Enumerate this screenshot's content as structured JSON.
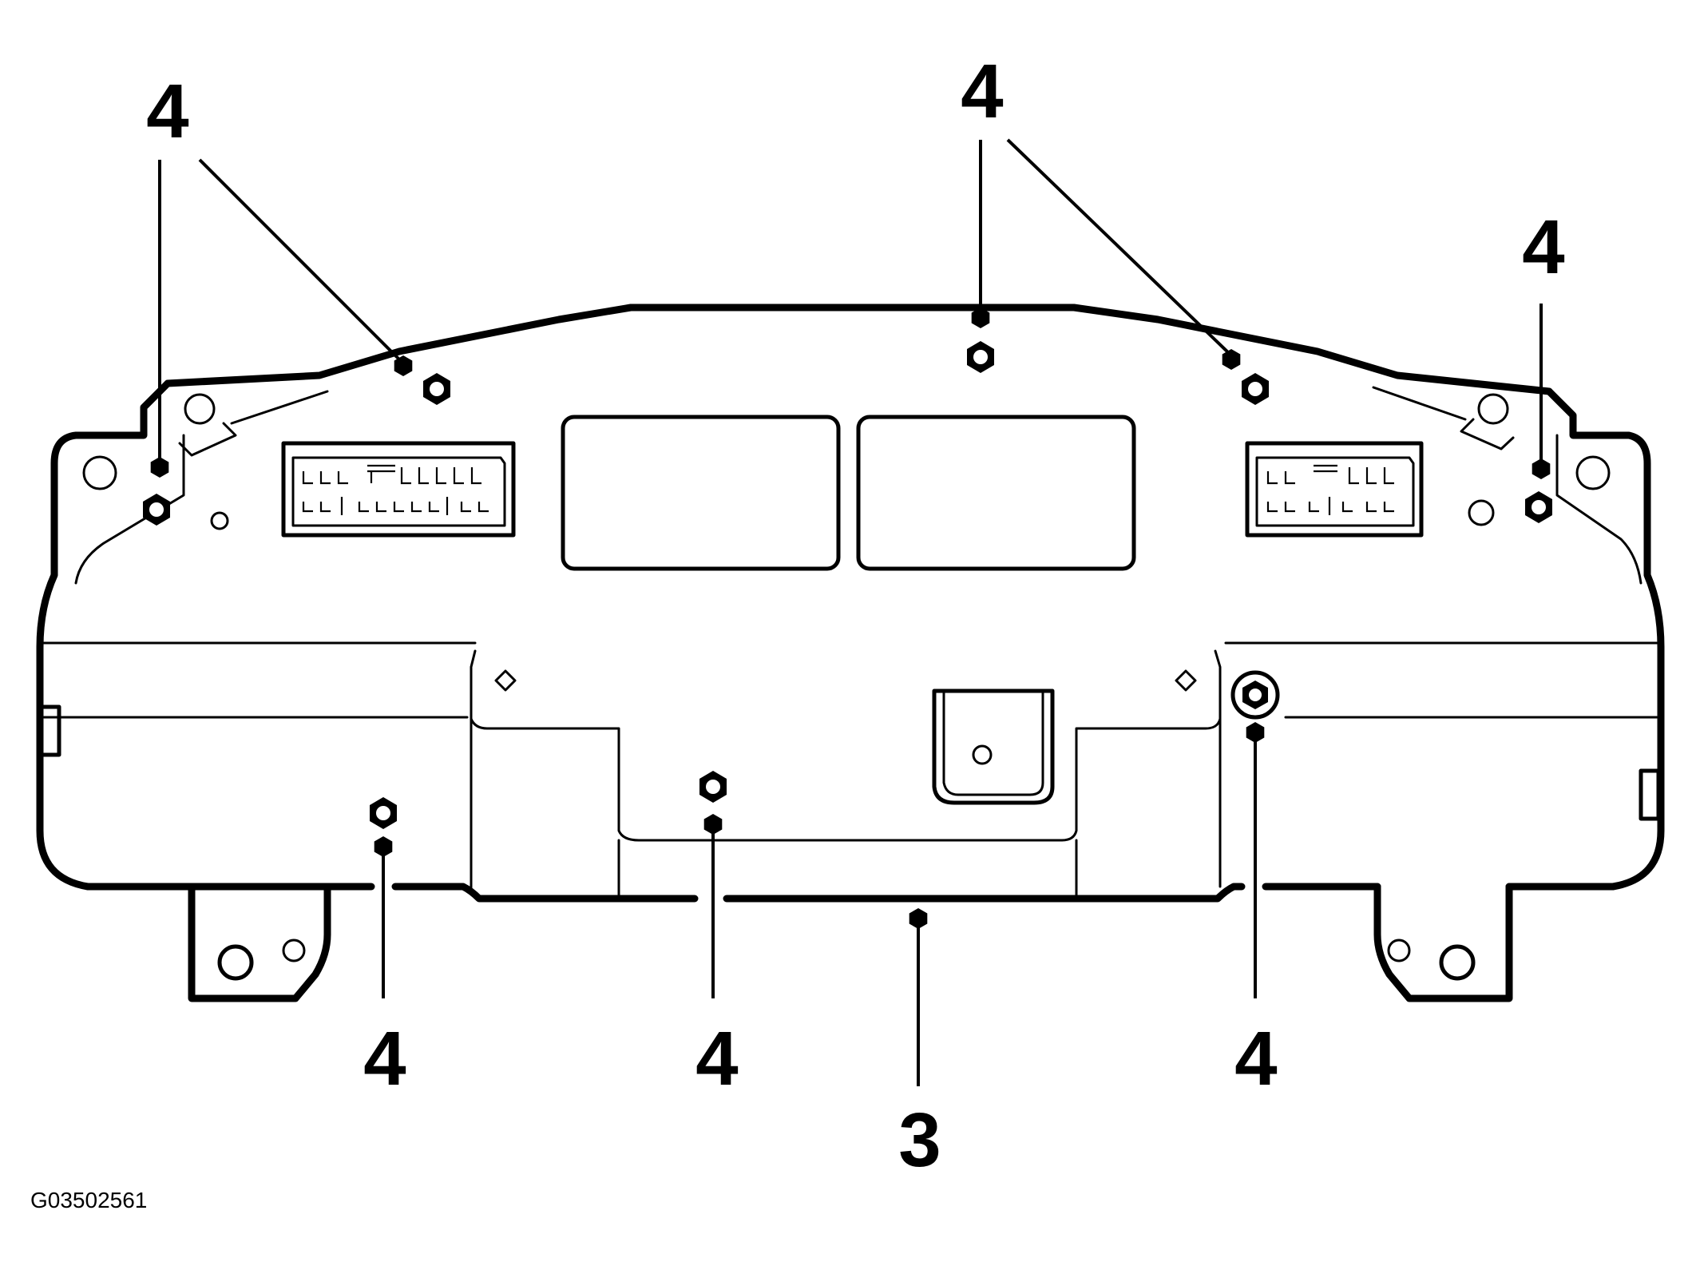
{
  "figure_id": "G03502561",
  "callouts": [
    {
      "id": "c1",
      "label": "4"
    },
    {
      "id": "c2",
      "label": "4"
    },
    {
      "id": "c3",
      "label": "4"
    },
    {
      "id": "c4",
      "label": "4"
    },
    {
      "id": "c5",
      "label": "4"
    },
    {
      "id": "c6",
      "label": "4"
    },
    {
      "id": "c7",
      "label": "3"
    }
  ]
}
